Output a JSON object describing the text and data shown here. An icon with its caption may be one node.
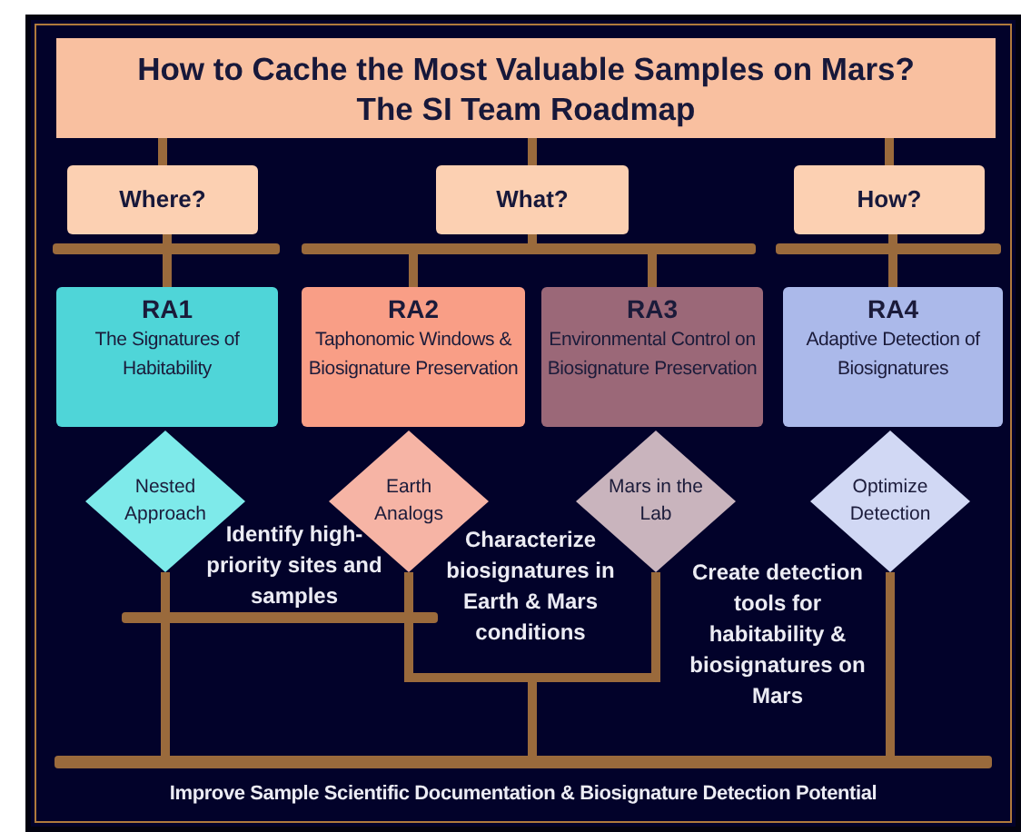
{
  "diagram": {
    "nodes": [
      {
        "text": [
          "How to Cache the Most Valuable Samples on Mars?",
          "The SI Team Roadmap"
        ]
      },
      {
        "text": [
          "Where?"
        ]
      },
      {
        "text": [
          "What?"
        ]
      },
      {
        "text": [
          "How?"
        ]
      },
      {
        "text": [
          "RA1",
          "The Signatures of Habitability"
        ]
      },
      {
        "text": [
          "RA2",
          "Taphonomic Windows & Biosignature Preservation"
        ]
      },
      {
        "text": [
          "RA3",
          "Environmental Control on Biosignature Preservation"
        ]
      },
      {
        "text": [
          "RA4",
          "Adaptive Detection of Biosignatures"
        ]
      },
      {
        "text": [
          "Nested Approach"
        ]
      },
      {
        "text": [
          "Earth Analogs"
        ]
      },
      {
        "text": [
          "Mars in the Lab"
        ]
      },
      {
        "text": [
          "Optimize Detection"
        ]
      },
      {
        "text": [
          "Improve Sample Scientific Documentation & Biosignature Detection Potential"
        ]
      }
    ],
    "edges": [
      {
        "from": 0,
        "to": 1,
        "arrow": "none"
      },
      {
        "from": 0,
        "to": 2,
        "arrow": "none"
      },
      {
        "from": 0,
        "to": 3,
        "arrow": "none"
      },
      {
        "from": 1,
        "to": 4,
        "arrow": "none"
      },
      {
        "from": 2,
        "to": 5,
        "arrow": "none"
      },
      {
        "from": 2,
        "to": 6,
        "arrow": "none"
      },
      {
        "from": 3,
        "to": 7,
        "arrow": "none"
      },
      {
        "from": 8,
        "to": 12,
        "arrow": "none"
      },
      {
        "from": 9,
        "to": 12,
        "arrow": "none"
      },
      {
        "from": 10,
        "to": 12,
        "arrow": "none"
      },
      {
        "from": 11,
        "to": 12,
        "arrow": "none"
      }
    ],
    "labels": [
      "Identify high-priority sites and samples",
      "Characterize biosignatures in Earth & Mars conditions",
      "Create detection tools for habitability & biosignatures on Mars"
    ]
  }
}
